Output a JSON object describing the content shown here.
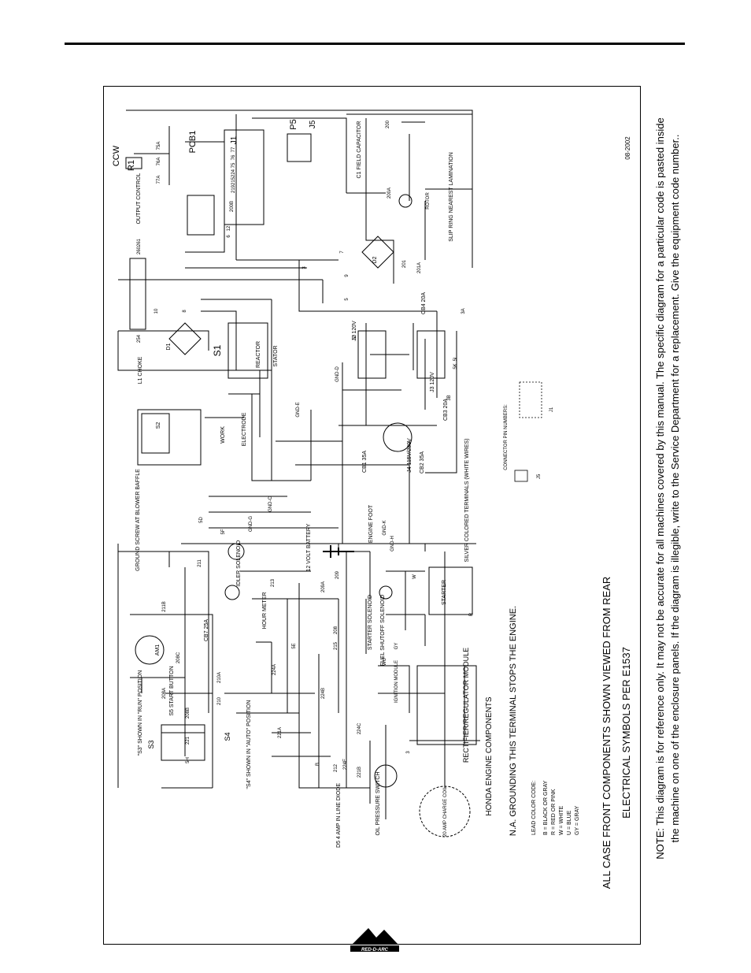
{
  "date_code": "08-2002",
  "notes": {
    "na_note": "N.A.  GROUNDING THIS TERMINAL STOPS THE ENGINE.",
    "case_note": "ALL CASE FRONT COMPONENTS SHOWN VIEWED FROM REAR",
    "symbols_note": "ELECTRICAL SYMBOLS PER E1537",
    "honda_label": "HONDA ENGINE COMPONENTS",
    "note_line1": "NOTE:  This diagram is for reference only.   It may not be accurate for all machines covered by this manual.  The specific diagram for a particular code is pasted inside",
    "note_line2": "the machine on one of the enclosure panels.  If the diagram is illegible, write to the Service Department for a replacement.  Give the equipment code number.."
  },
  "lead_color_code": {
    "title": "LEAD COLOR CODE:",
    "items": [
      "B = BLACK OR GRAY",
      "R = RED OR PINK",
      "W = WHITE",
      "U = BLUE",
      "GY = GRAY"
    ]
  },
  "connector_pins": {
    "title": "CONNECTOR PIN NUMBERS:",
    "j5": "J5",
    "j1": "J1"
  },
  "components": {
    "ccw": "CCW",
    "r1": "R1",
    "output_control": "OUTPUT CONTROL",
    "pcb1": "PCB1",
    "j1": "J1",
    "p5": "P5",
    "j5": "J5",
    "c1": "C1 FIELD CAPACITOR",
    "slip_ring": "SLIP RING NEAREST LAMINATION",
    "rotor": "ROTOR",
    "d2": "D2",
    "d1": "D1",
    "choke": "L1 CHOKE",
    "s1": "S1",
    "reactor": "REACTOR",
    "stator": "STATOR",
    "s2": "S2",
    "work": "WORK",
    "electrode": "ELECTRODE",
    "j2": "J2 120V",
    "j3": "J3 120V",
    "j4": "J4 115V/230V",
    "cb1": "CB1 35A",
    "cb2": "CB2 35A",
    "cb3": "CB3 20A",
    "cb4": "CB4 20A",
    "cb7": "CB7 25A",
    "ground_screw": "GROUND SCREW AT BLOWER BAFFLE",
    "engine_foot": "ENGINE FOOT",
    "battery": "12 VOLT BATTERY",
    "silver_terminals": "SILVER COLORED TERMINALS (WHITE WIRES)",
    "idler": "IDLER SOLENOID",
    "hour_meter": "HOUR METER",
    "am1": "AM1",
    "s5": "S5 START BUTTON",
    "s3": "S3",
    "s3_note": "\"S3\" SHOWN IN \"RUN\" POSITION",
    "s4": "S4",
    "s4_note": "\"S4\" SHOWN IN \"AUTO\" POSITION",
    "starter_solenoid": "STARTER SOLENOID",
    "fuel_solenoid": "FUEL SHUTOFF SOLENOID",
    "starter": "STARTER",
    "ignition": "IGNITION MODULE",
    "rectifier": "RECTIFIER/REGULATOR MODULE",
    "oil_switch": "OIL PRESSURE SWITCH",
    "charge_coil": "20 AMP CHARGE COIL",
    "d5": "D5 4 AMP IN LINE DIODE"
  },
  "wire_labels": [
    "75A",
    "76A",
    "77A",
    "77",
    "76",
    "75",
    "224",
    "215",
    "219",
    "200A",
    "200B",
    "200",
    "201",
    "201A",
    "261",
    "260",
    "254",
    "3",
    "7",
    "9",
    "5",
    "8",
    "10",
    "12",
    "6",
    "5J",
    "5K",
    "3A",
    "3B",
    "5L",
    "5H",
    "5E",
    "5D",
    "5F",
    "GND-C",
    "GND-G",
    "GND-D",
    "GND-E",
    "GND-H",
    "GND-K",
    "209",
    "209A",
    "211",
    "211B",
    "213",
    "215",
    "208",
    "208A",
    "208B",
    "208C",
    "210",
    "210A",
    "221",
    "224A",
    "224B",
    "224C",
    "224E",
    "221A",
    "221B",
    "212",
    "B",
    "W",
    "R",
    "GY",
    "WU",
    "3"
  ]
}
